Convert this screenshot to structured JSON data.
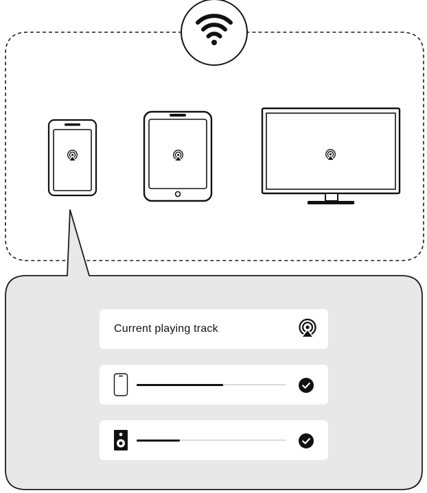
{
  "network": {
    "icon": "wifi-icon",
    "devices": [
      {
        "name": "phone",
        "icon": "cast-icon"
      },
      {
        "name": "tablet",
        "icon": "cast-icon"
      },
      {
        "name": "tv",
        "icon": "cast-icon"
      }
    ]
  },
  "panel": {
    "background": "#e8e8e8",
    "track_row": {
      "label": "Current playing track",
      "icon": "cast-icon"
    },
    "outputs": [
      {
        "device": "phone",
        "icon": "phone-icon",
        "volume": 0.58,
        "status": "check-icon"
      },
      {
        "device": "speaker",
        "icon": "speaker-icon",
        "volume": 0.29,
        "status": "check-icon"
      }
    ]
  }
}
